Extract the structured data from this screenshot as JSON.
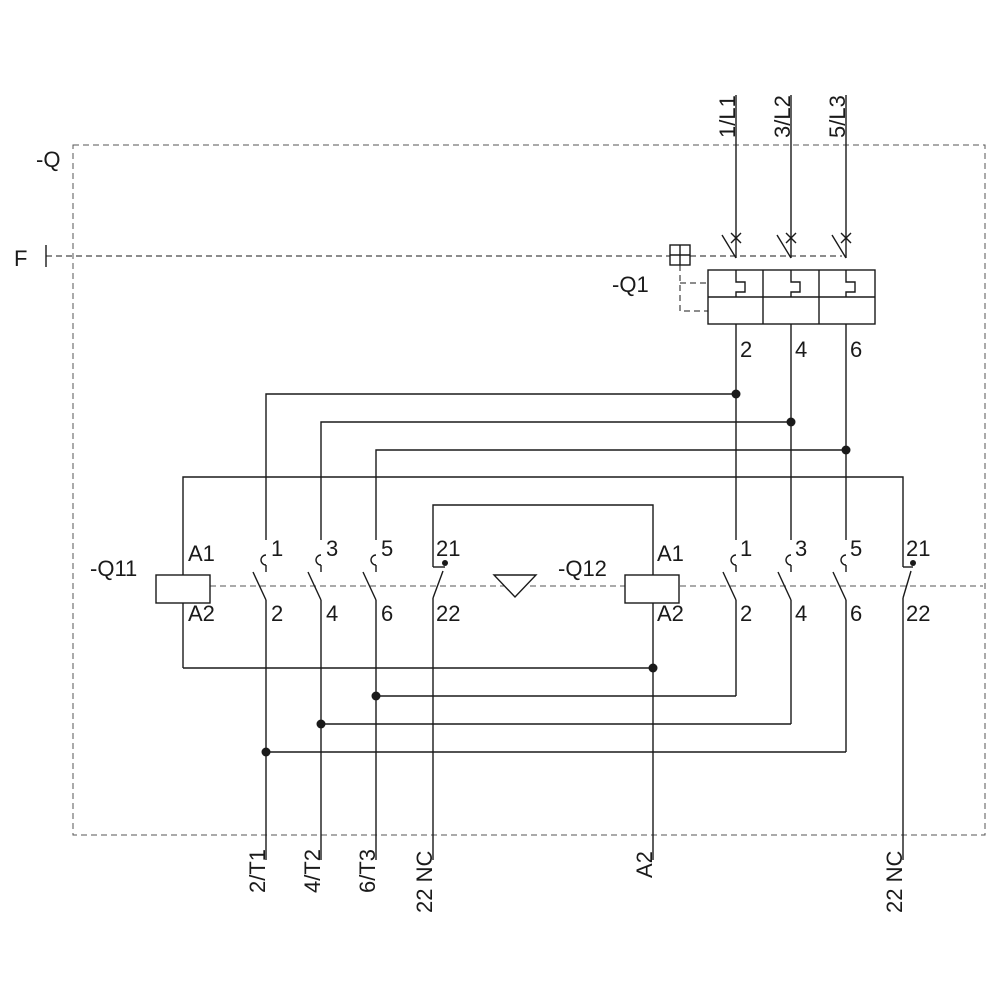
{
  "labels": {
    "assembly": "-Q",
    "actuator": "F",
    "breaker": "-Q1",
    "contactor1": "-Q11",
    "contactor2": "-Q12"
  },
  "supply_terminals": [
    "1/L1",
    "3/L2",
    "5/L3"
  ],
  "breaker_outputs": [
    "2",
    "4",
    "6"
  ],
  "coil_terminals": {
    "top": "A1",
    "bottom": "A2"
  },
  "main_contacts": {
    "line": [
      "1",
      "3",
      "5"
    ],
    "load": [
      "2",
      "4",
      "6"
    ]
  },
  "aux_contact": {
    "top": "21",
    "bottom": "22"
  },
  "outputs": {
    "t1": "2/T1",
    "t2": "4/T2",
    "t3": "6/T3",
    "nc1": "22 NC",
    "a2": "A2",
    "nc2": "22 NC"
  }
}
